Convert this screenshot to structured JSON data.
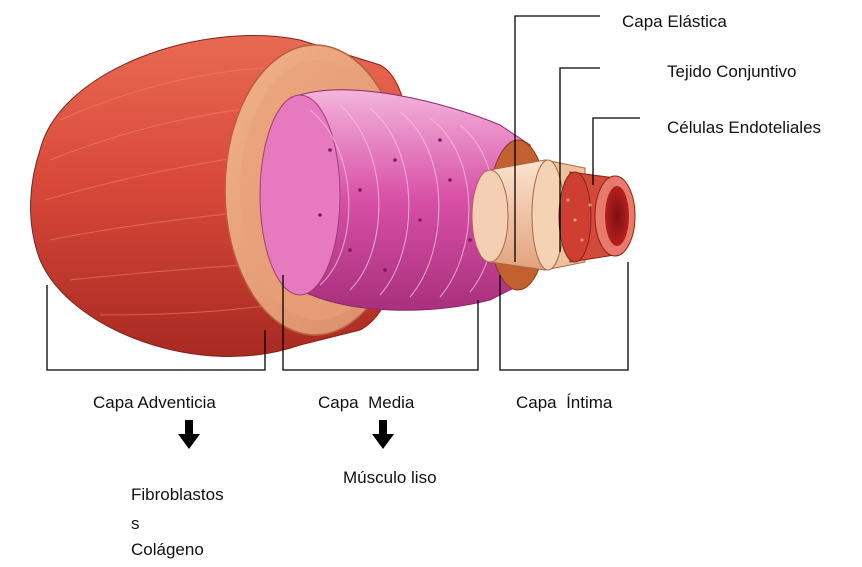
{
  "labels": {
    "capa_elastica": "Capa Elástica",
    "tejido_conjuntivo": "Tejido Conjuntivo",
    "celulas_endoteliales": "Células Endoteliales",
    "capa_adventicia": "Capa Adventicia",
    "capa_media": "Capa  Media",
    "capa_intima": "Capa  Íntima",
    "adventicia_comp_1": "Fibroblastos",
    "adventicia_comp_2": "s",
    "adventicia_comp_3": "Colágeno",
    "media_comp": "Músculo liso"
  },
  "colors": {
    "adventicia": "#d9493a",
    "adventicia_dark": "#a82a22",
    "elastic_band": "#e7a57c",
    "media": "#d84fa6",
    "media_light": "#ee9ccd",
    "intima_outer": "#f0c7a8",
    "intima_ring": "#e9b892",
    "endothelium": "#c73a2e",
    "lines": "#000000"
  },
  "icons": {
    "arrow": "arrow-down-icon"
  }
}
